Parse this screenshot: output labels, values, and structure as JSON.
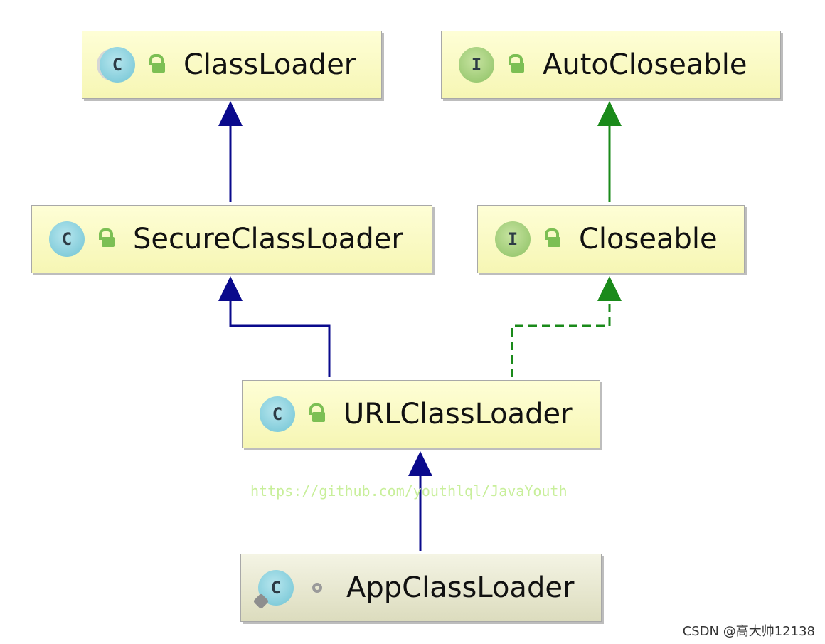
{
  "nodes": {
    "classloader": {
      "name": "ClassLoader",
      "kind": "abstract class",
      "badge": "C",
      "modifier": "public"
    },
    "autocloseable": {
      "name": "AutoCloseable",
      "kind": "interface",
      "badge": "I",
      "modifier": "public"
    },
    "secureclassloader": {
      "name": "SecureClassLoader",
      "kind": "class",
      "badge": "C",
      "modifier": "public"
    },
    "closeable": {
      "name": "Closeable",
      "kind": "interface",
      "badge": "I",
      "modifier": "public"
    },
    "urlclassloader": {
      "name": "URLClassLoader",
      "kind": "class",
      "badge": "C",
      "modifier": "public"
    },
    "appclassloader": {
      "name": "AppClassLoader",
      "kind": "static nested class",
      "badge": "C",
      "modifier": "package-private"
    }
  },
  "edges": [
    {
      "from": "SecureClassLoader",
      "to": "ClassLoader",
      "type": "extends"
    },
    {
      "from": "URLClassLoader",
      "to": "SecureClassLoader",
      "type": "extends"
    },
    {
      "from": "AppClassLoader",
      "to": "URLClassLoader",
      "type": "extends"
    },
    {
      "from": "Closeable",
      "to": "AutoCloseable",
      "type": "extends"
    },
    {
      "from": "URLClassLoader",
      "to": "Closeable",
      "type": "implements"
    }
  ],
  "colors": {
    "extends": "#0a0a8c",
    "implements": "#1a8a1a",
    "node_fill": "#f8f8c0",
    "class_badge": "#8fd1de",
    "interface_badge": "#a9d27e"
  },
  "watermark": "https://github.com/youthlql/JavaYouth",
  "footer": "CSDN @高大帅12138"
}
